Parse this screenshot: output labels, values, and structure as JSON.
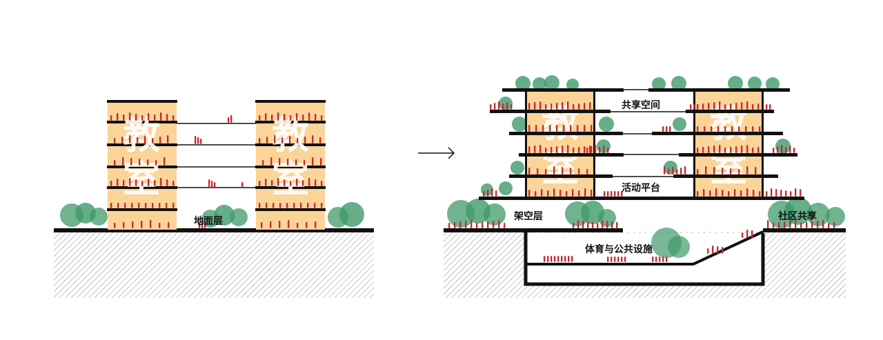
{
  "colors": {
    "building": "#fbd498",
    "slab": "#111111",
    "tree": "#3f9a6a",
    "tree_dark": "#2f7f52",
    "people": "#c62a35",
    "ground_hatch": "#7a7a7a"
  },
  "left_diagram": {
    "label_ground_floor": "地面层",
    "block_chars": [
      "教",
      "室"
    ]
  },
  "arrow": {
    "icon": "arrow-right-icon"
  },
  "right_diagram": {
    "label_shared_space": "共享空间",
    "label_activity_platform": "活动平台",
    "label_stilt_floor": "架空层",
    "label_community_share": "社区共享",
    "label_sports_facilities": "体育与公共设施",
    "block_chars": [
      "教",
      "室"
    ]
  }
}
